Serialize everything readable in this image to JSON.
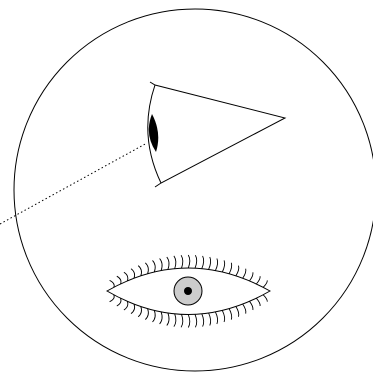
{
  "diagram": {
    "line_color": "#000000",
    "background": "#ffffff",
    "iris_color": "#cccccc",
    "elements": [
      "outer-circle",
      "eye-side-view",
      "sight-line",
      "eye-front-view"
    ]
  }
}
